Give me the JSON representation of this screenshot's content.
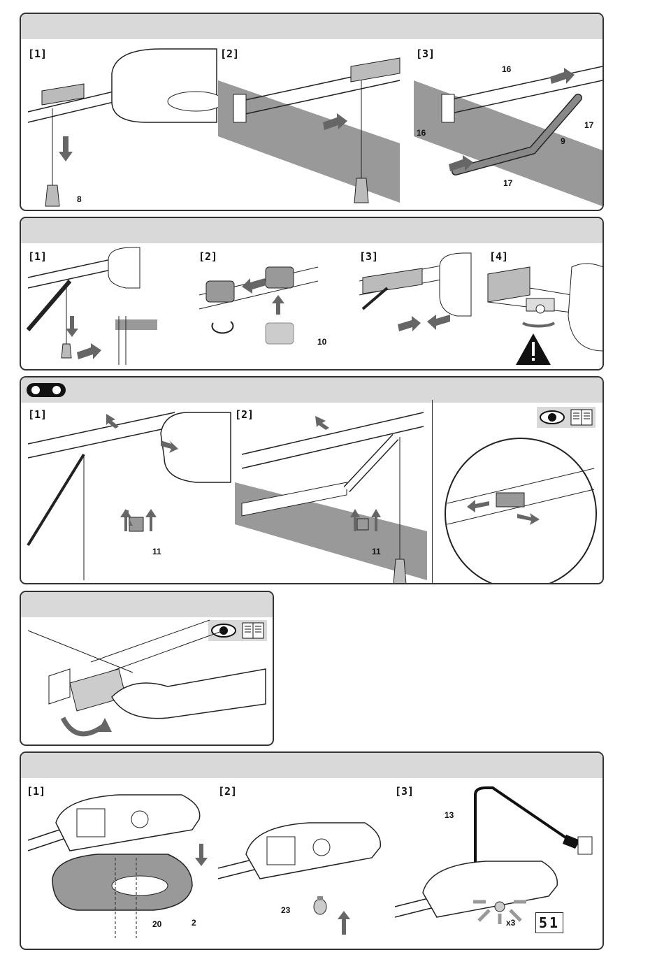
{
  "panel1": {
    "steps": [
      "[1]",
      "[2]",
      "[3]"
    ],
    "callouts": {
      "c8": "8",
      "c16a": "16",
      "c16b": "16",
      "c17a": "17",
      "c17b": "17",
      "c9": "9"
    }
  },
  "panel2": {
    "steps": [
      "[1]",
      "[2]",
      "[3]",
      "[4]"
    ],
    "callouts": {
      "c10": "10"
    }
  },
  "panel3": {
    "steps": [
      "[1]",
      "[2]"
    ],
    "callouts": {
      "c11a": "11",
      "c11b": "11"
    }
  },
  "panel5": {
    "steps": [
      "[1]",
      "[2]",
      "[3]"
    ],
    "callouts": {
      "c2": "2",
      "c20": "20",
      "c23": "23",
      "c13": "13",
      "x3": "x3"
    },
    "display": "51"
  },
  "colors": {
    "header": "#d9d9d9",
    "arrow": "#666666",
    "line": "#222222",
    "shade": "#999999"
  }
}
